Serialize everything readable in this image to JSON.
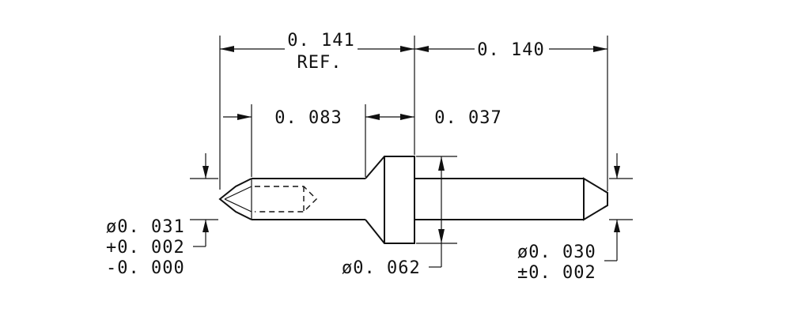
{
  "dimensions": {
    "overall_ref": {
      "value": "0. 141",
      "note": "REF."
    },
    "right_length": "0. 140",
    "tip_length": "0. 083",
    "collar_length": "0. 037",
    "left_diameter": {
      "value": "ø0. 031",
      "tol_plus": "+0. 002",
      "tol_minus": "-0. 000"
    },
    "collar_diameter": "ø0. 062",
    "right_diameter": {
      "value": "ø0. 030",
      "tol": "±0. 002"
    }
  }
}
